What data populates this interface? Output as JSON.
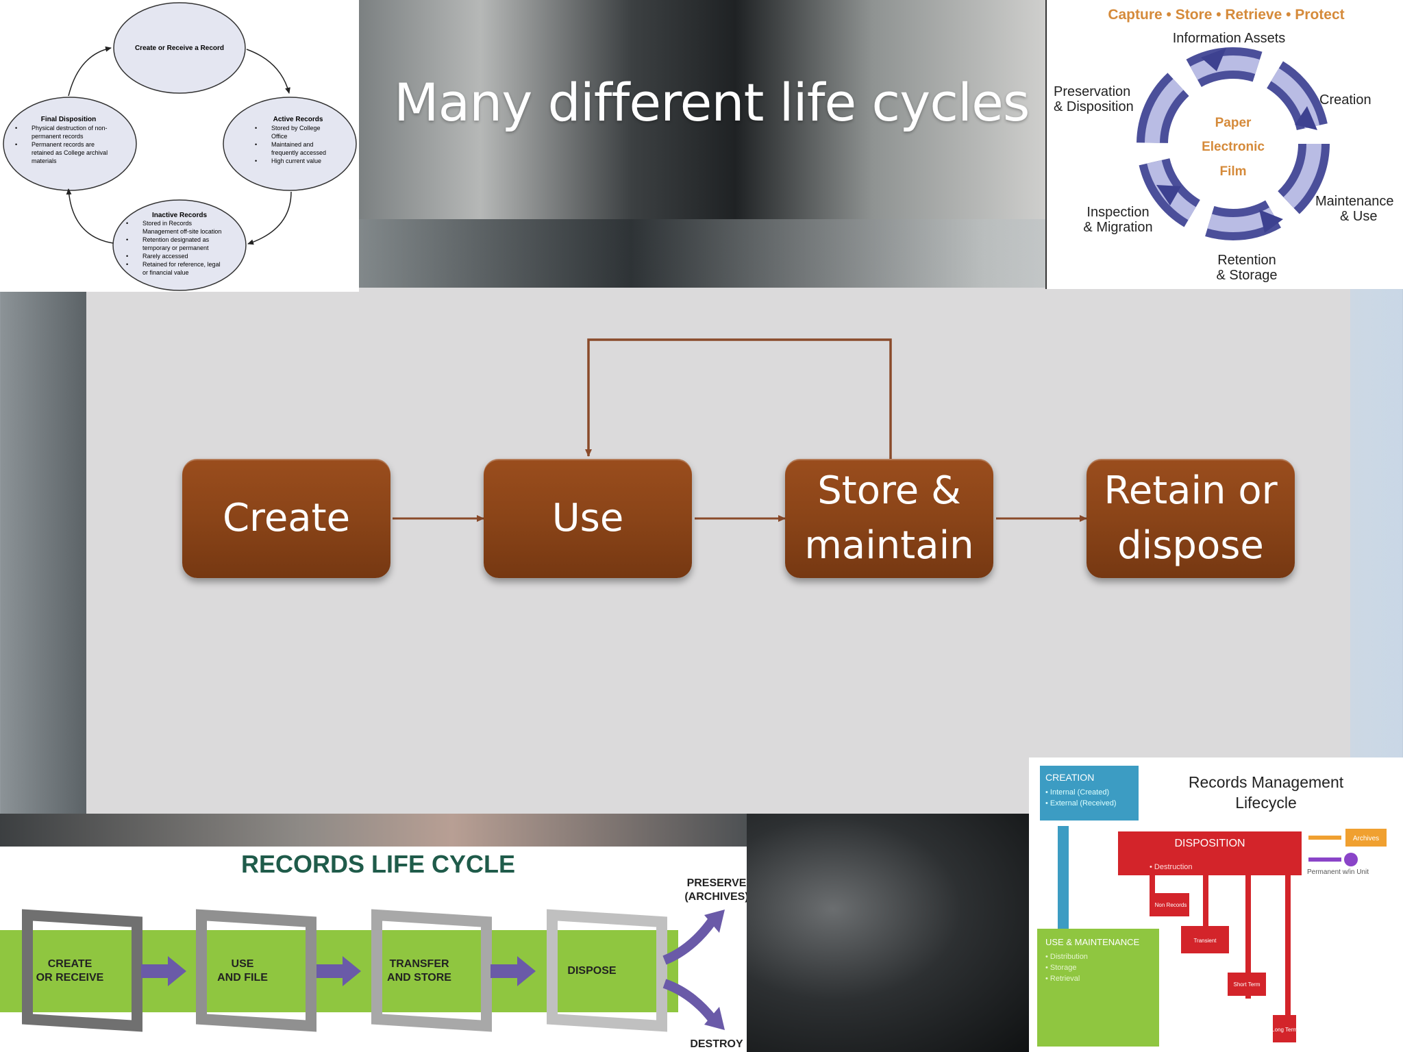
{
  "slide": {
    "title": "Many different life cycles"
  },
  "main_diagram": {
    "steps": [
      "Create",
      "Use",
      "Store &\nmaintain",
      "Retain or\ndispose"
    ],
    "box_color": "#8a4418",
    "arrow_color": "#8a4a2a"
  },
  "thumb_tl": {
    "top": "Create or Receive a Record",
    "right_title": "Active Records",
    "right_bullets": [
      "Stored by College",
      "Office",
      "Maintained and",
      "frequently accessed",
      "High current value"
    ],
    "bottom_title": "Inactive Records",
    "bottom_bullets": [
      "Stored in Records",
      "Management off-site location",
      "Retention designated as",
      "temporary or permanent",
      "Rarely accessed",
      "Retained for reference, legal",
      "or financial value"
    ],
    "left_title": "Final Disposition",
    "left_bullets": [
      "Physical destruction of non-",
      "permanent records",
      "Permanent records are",
      "retained as College archival",
      "materials"
    ]
  },
  "thumb_tr": {
    "header": "Capture • Store • Retrieve • Protect",
    "stages": [
      "Information Assets",
      "Creation",
      "Maintenance",
      "& Use",
      "Retention",
      "& Storage",
      "Inspection",
      "& Migration",
      "Preservation",
      "& Disposition"
    ],
    "center": [
      "Paper",
      "Electronic",
      "Film"
    ]
  },
  "thumb_bl": {
    "title": "RECORDS LIFE CYCLE",
    "steps": [
      "CREATE",
      "OR RECEIVE",
      "USE",
      "AND FILE",
      "TRANSFER",
      "AND STORE",
      "DISPOSE"
    ],
    "outcomes": [
      "PRESERVE",
      "(ARCHIVES)",
      "DESTROY"
    ]
  },
  "thumb_br": {
    "title_line1": "Records Management",
    "title_line2": "Lifecycle",
    "creation": "CREATION",
    "creation_items": [
      "• Internal (Created)",
      "• External (Received)"
    ],
    "disposition": "DISPOSITION",
    "destruction": "• Destruction",
    "use_maint": "USE & MAINTENANCE",
    "use_items": [
      "• Distribution",
      "• Storage",
      "• Retrieval"
    ],
    "archives": "Archives",
    "permanent": "Permanent w/in Unit",
    "tags": [
      "Non Records",
      "Transient",
      "Short Term",
      "Long Term"
    ]
  }
}
